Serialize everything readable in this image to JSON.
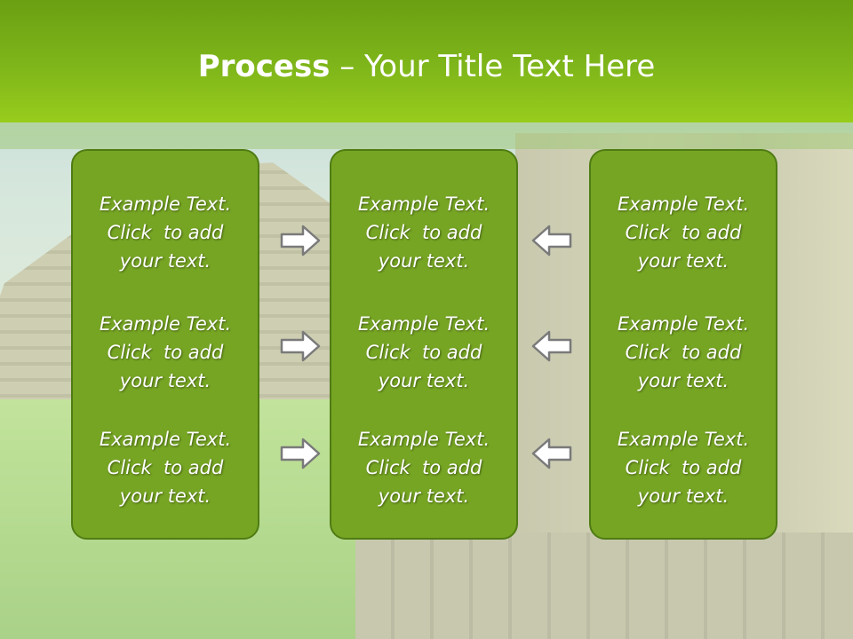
{
  "slide": {
    "title_bold": "Process",
    "title_rest": " – Your Title Text Here"
  },
  "columns": [
    {
      "items": [
        {
          "line1": "Example Text.",
          "line2": "Click  to add",
          "line3": "your text."
        },
        {
          "line1": "Example Text.",
          "line2": "Click  to add",
          "line3": "your text."
        },
        {
          "line1": "Example Text.",
          "line2": "Click  to add",
          "line3": "your text."
        }
      ]
    },
    {
      "items": [
        {
          "line1": "Example Text.",
          "line2": "Click  to add",
          "line3": "your text."
        },
        {
          "line1": "Example Text.",
          "line2": "Click  to add",
          "line3": "your text."
        },
        {
          "line1": "Example Text.",
          "line2": "Click  to add",
          "line3": "your text."
        }
      ]
    },
    {
      "items": [
        {
          "line1": "Example Text.",
          "line2": "Click  to add",
          "line3": "your text."
        },
        {
          "line1": "Example Text.",
          "line2": "Click  to add",
          "line3": "your text."
        },
        {
          "line1": "Example Text.",
          "line2": "Click  to add",
          "line3": "your text."
        }
      ]
    }
  ],
  "colors": {
    "header": "#7fb61a",
    "panel": "#76a523",
    "panel_border": "#4f7c13",
    "arrow_fill": "#ffffff",
    "arrow_stroke": "#7a7a7a"
  },
  "arrows": {
    "left_group": "right-arrow-icon",
    "right_group": "left-arrow-icon"
  }
}
